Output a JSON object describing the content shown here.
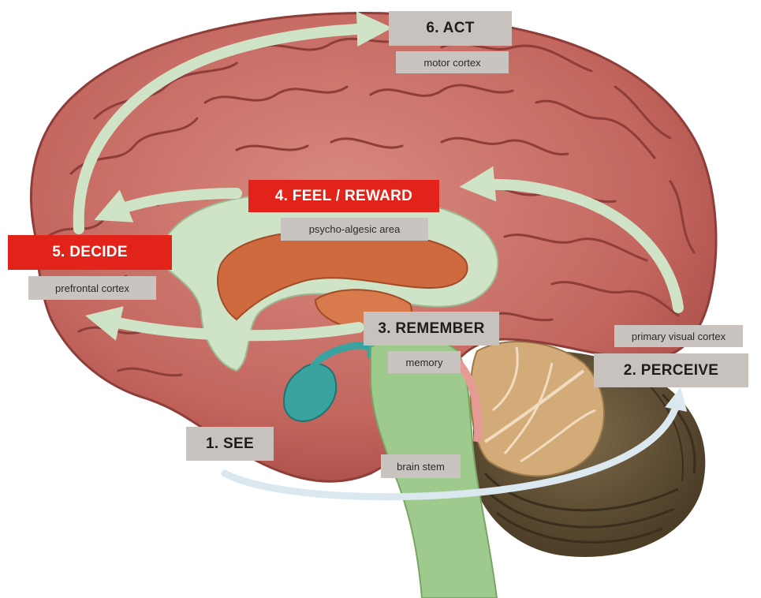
{
  "steps": {
    "see": "1. SEE",
    "perceive": "2. PERCEIVE",
    "remember": "3. REMEMBER",
    "feel_reward": "4. FEEL / REWARD",
    "decide": "5. DECIDE",
    "act": "6. ACT"
  },
  "regions": {
    "primary_visual_cortex": "primary visual cortex",
    "memory": "memory",
    "psycho_algesic_area": "psycho-algesic area",
    "prefrontal_cortex": "prefrontal cortex",
    "motor_cortex": "motor cortex",
    "brain_stem": "brain stem"
  },
  "colors": {
    "highlight_red": "#e2231a",
    "label_gray": "#c7c2bd",
    "pathway_green": "#cfe3c6",
    "cerebrum": "#c97068",
    "brain_stem": "#9fca8e",
    "cerebellum_light": "#d3ab79",
    "cerebellum_dark": "#6f5b3e",
    "visual_arc": "#dbe8ef"
  }
}
